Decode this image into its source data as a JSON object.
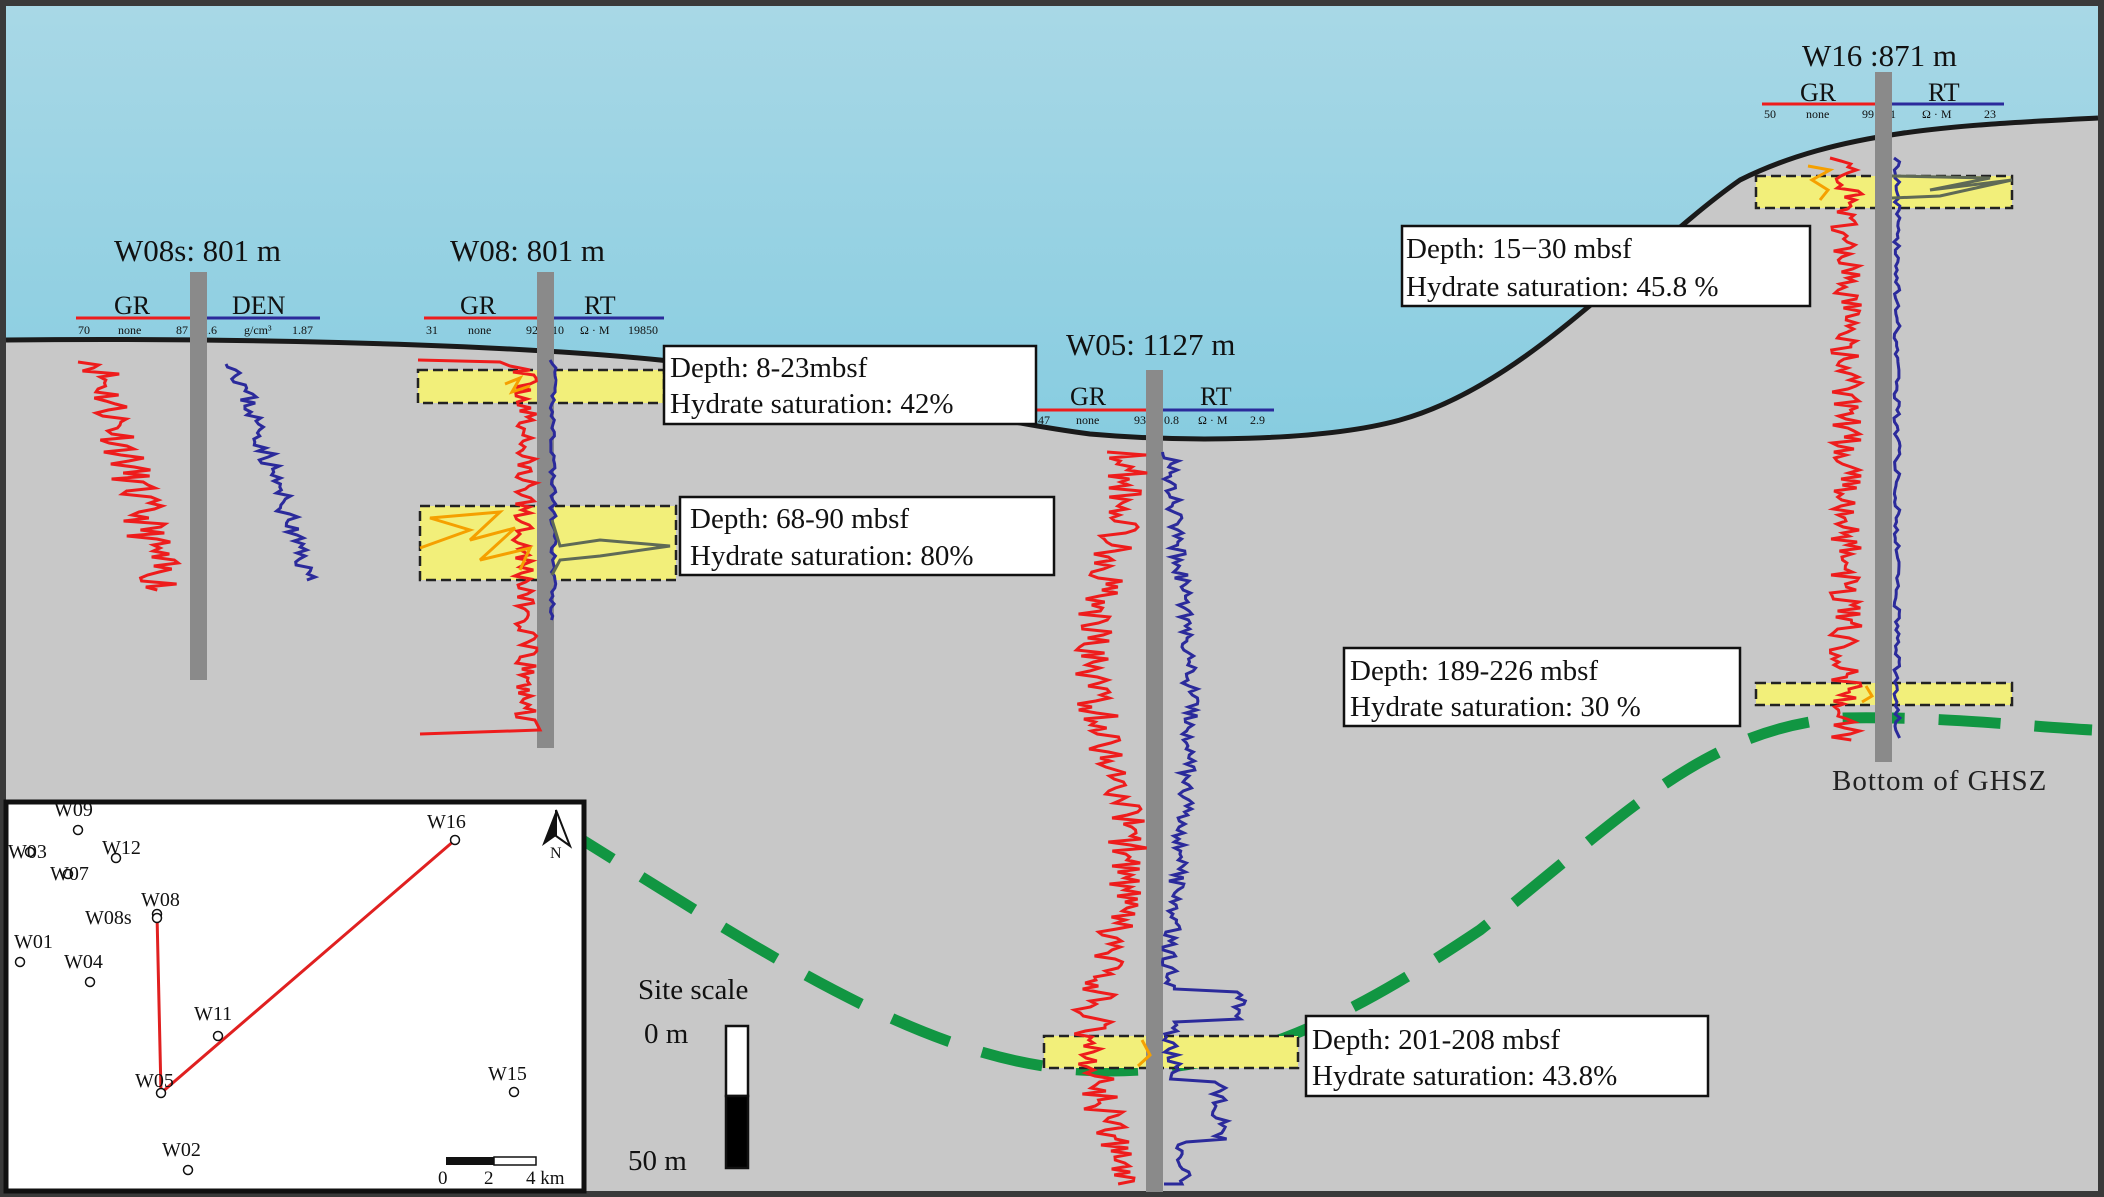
{
  "colors": {
    "sea_top": "#a8d8e6",
    "sea_bottom": "#4fb8d6",
    "sediment": "#c8c8c8",
    "gr_curve": "#ee1c1c",
    "rt_curve": "#2b2a9b",
    "hydrate_zone": "#f2ef7a",
    "ghsz_line": "#119642",
    "borehole": "#8a8a8a"
  },
  "wells": {
    "w08s": {
      "title": "W08s: 801 m",
      "log1_name": "GR",
      "log1_min": "70",
      "log1_unit": "none",
      "log1_max": "87",
      "log2_name": "DEN",
      "log2_min": "1.6",
      "log2_unit": "g/cm³",
      "log2_max": "1.87"
    },
    "w08": {
      "title": "W08: 801 m",
      "log1_name": "GR",
      "log1_min": "31",
      "log1_unit": "none",
      "log1_max": "92",
      "log2_name": "RT",
      "log2_min": "10",
      "log2_unit": "Ω · M",
      "log2_max": "19850"
    },
    "w05": {
      "title": "W05: 1127 m",
      "log1_name": "GR",
      "log1_min": "47",
      "log1_unit": "none",
      "log1_max": "93",
      "log2_name": "RT",
      "log2_min": "0.8",
      "log2_unit": "Ω · M",
      "log2_max": "2.9"
    },
    "w16": {
      "title": "W16 :871 m",
      "log1_name": "GR",
      "log1_min": "50",
      "log1_unit": "none",
      "log1_max": "99",
      "log2_name": "RT",
      "log2_min": "1",
      "log2_unit": "Ω · M",
      "log2_max": "23"
    }
  },
  "zones": {
    "w08_upper": {
      "depth": "Depth: 8-23mbsf",
      "saturation": "Hydrate saturation: 42%"
    },
    "w08_lower": {
      "depth": "Depth: 68-90 mbsf",
      "saturation": "Hydrate saturation: 80%"
    },
    "w05": {
      "depth": "Depth: 201-208 mbsf",
      "saturation": "Hydrate saturation: 43.8%"
    },
    "w16_upper": {
      "depth": "Depth: 15−30 mbsf",
      "saturation": "Hydrate saturation: 45.8 %"
    },
    "w16_lower": {
      "depth": "Depth: 189-226 mbsf",
      "saturation": "Hydrate saturation: 30 %"
    }
  },
  "ghsz_label": "Bottom of GHSZ",
  "site_scale": {
    "title": "Site scale",
    "top": "0  m",
    "bottom": "50  m"
  },
  "map": {
    "north": "N",
    "scale_labels": [
      "0",
      "2",
      "4 km"
    ],
    "sites": [
      {
        "name": "W09"
      },
      {
        "name": "W03"
      },
      {
        "name": "W12"
      },
      {
        "name": "W07"
      },
      {
        "name": "W08"
      },
      {
        "name": "W08s"
      },
      {
        "name": "W01"
      },
      {
        "name": "W04"
      },
      {
        "name": "W11"
      },
      {
        "name": "W05"
      },
      {
        "name": "W15"
      },
      {
        "name": "W02"
      },
      {
        "name": "W16"
      }
    ]
  }
}
